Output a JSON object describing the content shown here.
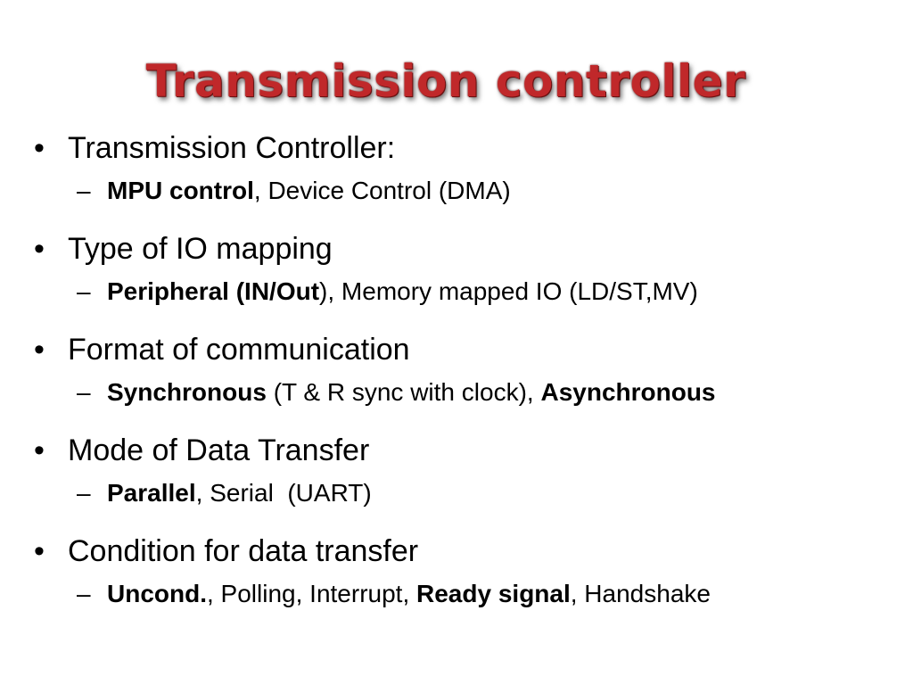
{
  "slide": {
    "title": "Transmission controller",
    "bullet_glyph": "•",
    "dash_glyph": "–",
    "items": [
      {
        "label": "Transmission Controller:",
        "sub": [
          {
            "text": "MPU control",
            "bold": true
          },
          {
            "text": ", Device Control (DMA)",
            "bold": false
          }
        ]
      },
      {
        "label": "Type of IO mapping",
        "sub": [
          {
            "text": "Peripheral (IN/Out",
            "bold": true
          },
          {
            "text": "), Memory mapped IO (LD/ST,MV)",
            "bold": false
          }
        ]
      },
      {
        "label": "Format of communication",
        "sub": [
          {
            "text": "Synchronous",
            "bold": true
          },
          {
            "text": " (T & R sync with clock), ",
            "bold": false
          },
          {
            "text": "Asynchronous",
            "bold": true
          }
        ]
      },
      {
        "label": "Mode of Data Transfer",
        "sub": [
          {
            "text": "Parallel",
            "bold": true
          },
          {
            "text": ", Serial  (UART)",
            "bold": false
          }
        ]
      },
      {
        "label": "Condition for data transfer",
        "sub": [
          {
            "text": "Uncond.",
            "bold": true
          },
          {
            "text": ", Polling, Interrupt, ",
            "bold": false
          },
          {
            "text": "Ready signal",
            "bold": true
          },
          {
            "text": ", Handshake",
            "bold": false
          }
        ]
      }
    ],
    "colors": {
      "title": "#c0282a",
      "text": "#000000",
      "background": "#ffffff"
    }
  }
}
